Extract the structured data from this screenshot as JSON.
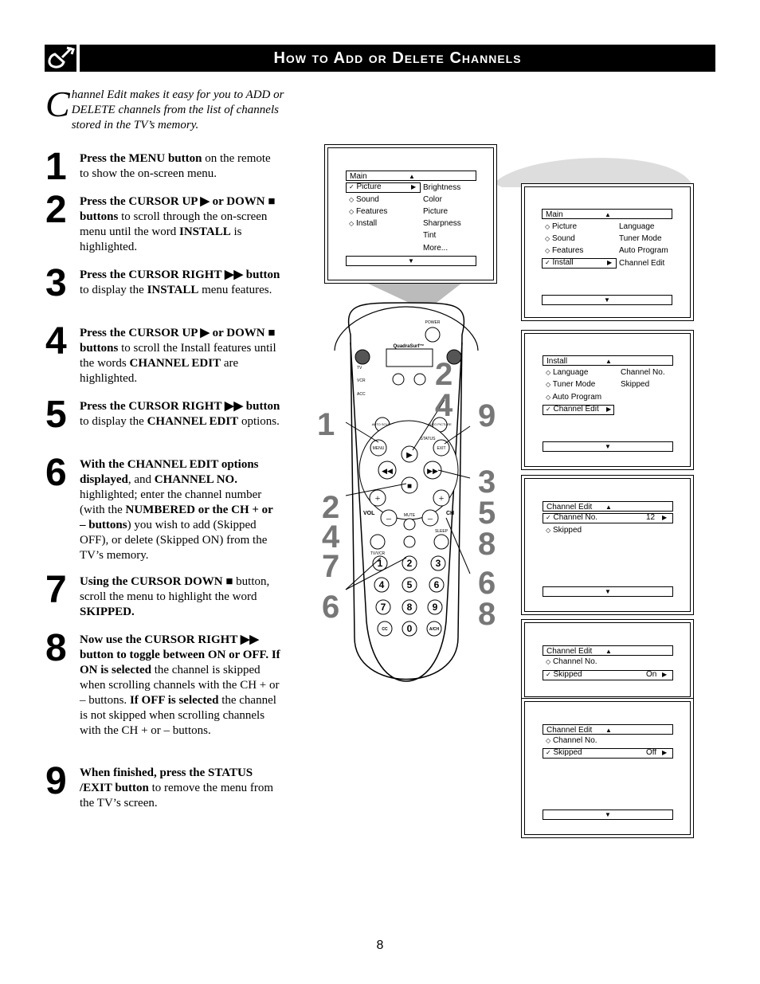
{
  "header": {
    "title": "How to Add or Delete Channels",
    "icon": "wrench-icon"
  },
  "intro": {
    "dropcap": "C",
    "text": "hannel Edit makes it easy for you to ADD or DELETE channels from the list of channels stored in the TV’s memory."
  },
  "steps": [
    {
      "num": "1",
      "bold1": "Press the MENU button",
      "rest1": " on the remote to show the on-screen menu."
    },
    {
      "num": "2",
      "bold1": "Press the CURSOR UP ▶ or DOWN ■ buttons",
      "rest1": " to scroll through the on-screen menu until the word ",
      "bold2": "INSTALL",
      "rest2": " is highlighted."
    },
    {
      "num": "3",
      "bold1": "Press the CURSOR RIGHT ▶▶ button",
      "rest1": " to display the ",
      "bold2": "INSTALL",
      "rest2": " menu features."
    },
    {
      "num": "4",
      "bold1": "Press the CURSOR UP ▶ or DOWN ■ buttons",
      "rest1": " to scroll the Install features until the words ",
      "bold2": "CHANNEL EDIT",
      "rest2": " are highlighted."
    },
    {
      "num": "5",
      "bold1": "Press the CURSOR RIGHT ▶▶ button",
      "rest1": " to display the ",
      "bold2": "CHANNEL EDIT",
      "rest2": " options."
    },
    {
      "num": "6",
      "bold1": "With the CHANNEL EDIT options displayed",
      "rest1": ", and ",
      "bold2": "CHANNEL NO.",
      "rest2": " highlighted; enter the channel number (with the ",
      "bold3": "NUMBERED or the CH + or – buttons",
      "rest3": ") you wish to add (Skipped OFF), or delete (Skipped ON) from the TV’s memory."
    },
    {
      "num": "7",
      "bold1": "Using the CURSOR DOWN ■",
      "rest1": " button, scroll the menu to highlight the word ",
      "bold2": "SKIPPED.",
      "rest2": ""
    },
    {
      "num": "8",
      "bold1": "Now use the CURSOR RIGHT ▶▶ button to toggle between ON or OFF. If ON is selected",
      "rest1": " the channel is skipped when scrolling channels with the CH + or – buttons. ",
      "bold2": "If OFF is selected",
      "rest2": " the channel is not skipped when scrolling channels with the CH + or – buttons."
    },
    {
      "num": "9",
      "bold1": "When finished, press the STATUS /EXIT button",
      "rest1": " to remove the menu from the TV’s screen."
    }
  ],
  "screens": {
    "s1": {
      "head": "Main",
      "items": [
        "Picture",
        "Sound",
        "Features",
        "Install"
      ],
      "sub": [
        "Brightness",
        "Color",
        "Picture",
        "Sharpness",
        "Tint",
        "More..."
      ]
    },
    "s2": {
      "head": "Main",
      "items": [
        "Picture",
        "Sound",
        "Features",
        "Install"
      ],
      "sub": [
        "Language",
        "Tuner Mode",
        "Auto Program",
        "Channel Edit"
      ]
    },
    "s3": {
      "head": "Install",
      "items": [
        "Language",
        "Tuner Mode",
        "Auto Program",
        "Channel Edit"
      ],
      "sub": [
        "Channel No.",
        "Skipped"
      ]
    },
    "s4": {
      "head": "Channel Edit",
      "items": [
        "Channel No.",
        "Skipped"
      ],
      "value": "12"
    },
    "s5": {
      "head": "Channel Edit",
      "items": [
        "Channel No.",
        "Skipped"
      ],
      "value": "On"
    },
    "s6": {
      "head": "Channel Edit",
      "items": [
        "Channel No.",
        "Skipped"
      ],
      "value": "Off"
    }
  },
  "remote": {
    "power": "POWER",
    "brand": "QuadraSurf™",
    "tv": "TV",
    "vcr": "VCR",
    "acc": "ACC",
    "auto_sound": "AUTO SOUND",
    "auto_picture": "AUTO PICTURE",
    "menu": "MENU",
    "status": "STATUS",
    "exit": "EXIT",
    "mute": "MUTE",
    "vol": "VOL",
    "ch": "CH",
    "sleep": "SLEEP",
    "tvvcr": "TV/VCR",
    "cc": "CC",
    "ach": "A/CH",
    "digits": [
      "1",
      "2",
      "3",
      "4",
      "5",
      "6",
      "7",
      "8",
      "9",
      "0"
    ]
  },
  "callouts": {
    "left1": "1",
    "left_stack": [
      "2",
      "4",
      "7"
    ],
    "left6": "6",
    "top_stack": [
      "2",
      "4"
    ],
    "right9": "9",
    "right_stack": [
      "3",
      "5",
      "8"
    ],
    "right_stack2": [
      "6",
      "8"
    ]
  },
  "page_number": "8"
}
